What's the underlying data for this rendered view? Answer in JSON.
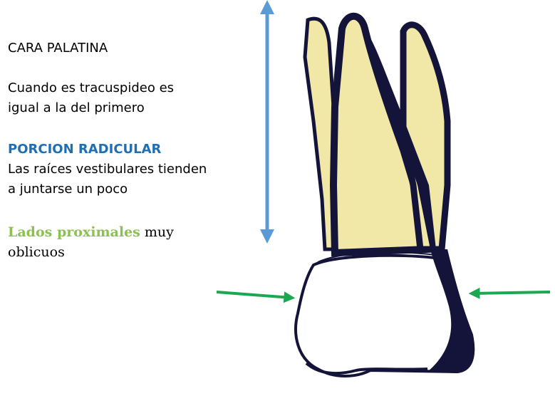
{
  "title": "CARA PALATINA",
  "para1": "Cuando es tracuspideo es igual  a la del primero",
  "heading": "PORCION RADICULAR",
  "para2": "Las raíces vestibulares tienden a juntarse un poco",
  "para3": {
    "highlight": "Lados proximales",
    "rest": " muy oblicuos"
  },
  "colors": {
    "heading": "#1f6fb2",
    "highlight": "#8cc152",
    "height_arrow": "#5b9bd5",
    "side_arrows": "#1aa851",
    "root_fill": "#f1e7a6",
    "outline": "#14143a"
  }
}
